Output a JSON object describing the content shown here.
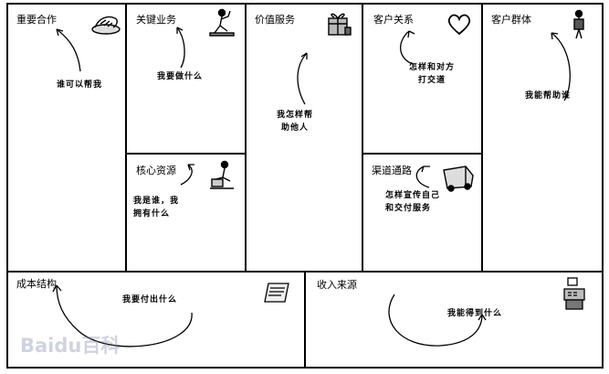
{
  "blocks": {
    "key_partners": {
      "title": "重要合作",
      "question": "谁可以帮我"
    },
    "key_activities": {
      "title": "关键业务",
      "question": "我要做什么"
    },
    "value_props": {
      "title": "价值服务",
      "question": [
        "我怎样帮",
        "助他人"
      ]
    },
    "customer_rel": {
      "title": "客户关系",
      "question": [
        "怎样和对方",
        "打交道"
      ]
    },
    "segments": {
      "title": "客户群体",
      "question": "我能帮助谁"
    },
    "key_resources": {
      "title": "核心资源",
      "question": [
        "我是谁，我",
        "拥有什么"
      ]
    },
    "channels": {
      "title": "渠道通路",
      "question": [
        "怎样宣传自己",
        "和交付服务"
      ]
    },
    "cost": {
      "title": "成本结构",
      "question": "我要付出什么"
    },
    "revenue": {
      "title": "收入来源",
      "question": "我能得到什么"
    }
  },
  "watermark": "Baidu百科",
  "colors": {
    "line": "#000000",
    "background": "#ffffff",
    "watermark": "#8a93ad"
  },
  "icons": [
    "handshake-icon",
    "worker-icon",
    "gift-box-icon",
    "heart-icon",
    "person-icon",
    "worker-sitting-icon",
    "delivery-truck-icon",
    "invoice-icon",
    "cash-register-icon"
  ]
}
